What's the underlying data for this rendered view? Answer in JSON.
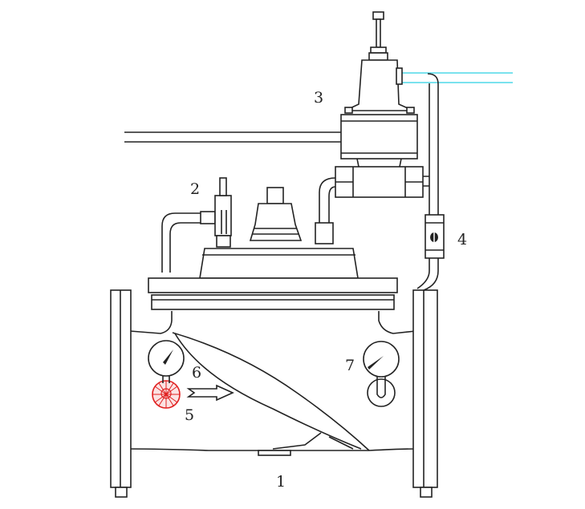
{
  "labels": {
    "main_valve": "1",
    "needle_valve": "2",
    "pilot_valve": "3",
    "ball_valve": "4",
    "strainer": "5",
    "inlet_gauge": "6",
    "outlet_gauge": "7"
  },
  "colors": {
    "line": "#222222",
    "sensing_line": "#4fd8e8",
    "strainer": "#e02020"
  }
}
